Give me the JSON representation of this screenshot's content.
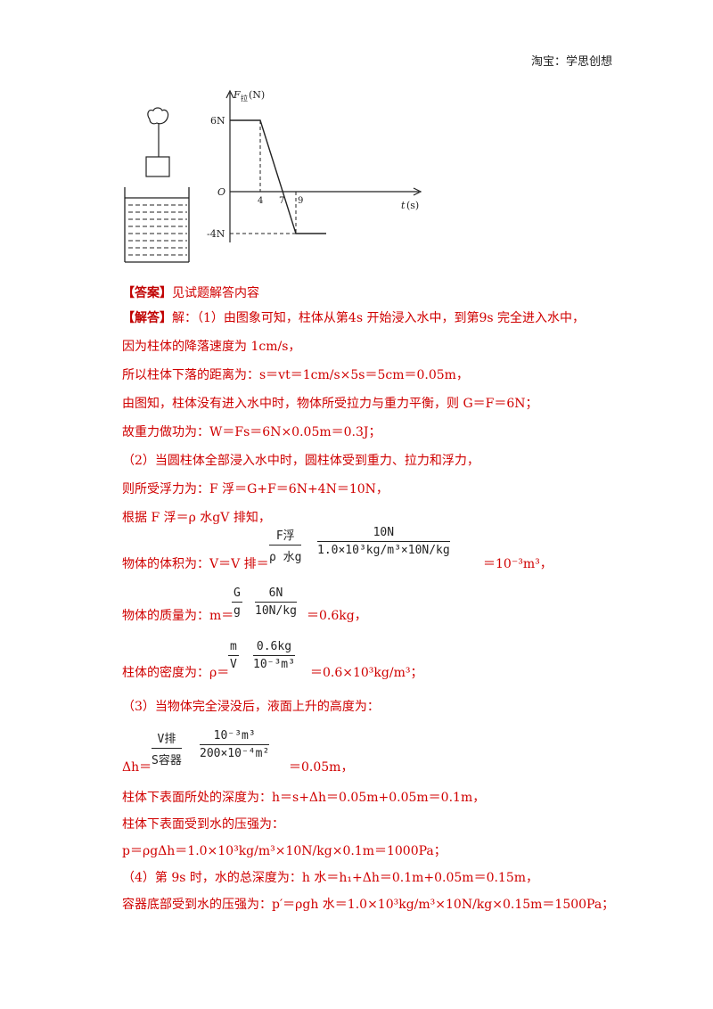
{
  "header": {
    "text": "淘宝：学思创想"
  },
  "figure": {
    "axis_y_label": "F",
    "axis_y_sub": "拉",
    "axis_y_unit": "(N)",
    "axis_x_label": "t",
    "axis_x_unit": "(s)",
    "origin": "O",
    "tick_6N": "6N",
    "tick_m4N": "-4N",
    "tick_4": "4",
    "tick_7": "7",
    "tick_9": "9"
  },
  "answer": {
    "label": "【答案】",
    "text": "见试题解答内容"
  },
  "solution": {
    "label": "【解答】",
    "l1": "解：（1）由图象可知，柱体从第4s 开始浸入水中，到第9s 完全进入水中，",
    "l2": "因为柱体的降落速度为 1cm/s，",
    "l3": "所以柱体下落的距离为：s＝vt＝1cm/s×5s＝5cm＝0.05m，",
    "l4": "由图知，柱体没有进入水中时，物体所受拉力与重力平衡，则 G＝F＝6N；",
    "l5": "故重力做功为：W＝Fs＝6N×0.05m＝0.3J；",
    "l6": "（2）当圆柱体全部浸入水中时，圆柱体受到重力、拉力和浮力，",
    "l7": "则所受浮力为：F 浮＝G+F＝6N+4N＝10N，",
    "l8": "根据 F 浮＝ρ 水gV 排知，",
    "vol_prefix": "物体的体积为：V＝V 排＝",
    "vol_f1_num": "F浮",
    "vol_f1_den": "ρ 水g",
    "vol_f2_num": "10N",
    "vol_f2_den": "1.0×10³kg/m³×10N/kg",
    "vol_result": "＝10⁻³m³，",
    "mass_prefix": "物体的质量为：m＝",
    "mass_f1_num": "G",
    "mass_f1_den": "g",
    "mass_f2_num": "6N",
    "mass_f2_den": "10N/kg",
    "mass_result": "＝0.6kg，",
    "den_prefix": "柱体的密度为：ρ＝",
    "den_f1_num": "m",
    "den_f1_den": "V",
    "den_f2_num": "0.6kg",
    "den_f2_den": "10⁻³m³",
    "den_result": "＝0.6×10³kg/m³；",
    "l9": "（3）当物体完全浸没后，液面上升的高度为：",
    "dh_prefix": "Δh＝",
    "dh_f1_num": "V排",
    "dh_f1_den": "S容器",
    "dh_f2_num": "10⁻³m³",
    "dh_f2_den": "200×10⁻⁴m²",
    "dh_result": "＝0.05m，",
    "l10": "柱体下表面所处的深度为：h＝s+Δh＝0.05m+0.05m＝0.1m，",
    "l11": "柱体下表面受到水的压强为：",
    "l12": "p＝ρgΔh＝1.0×10³kg/m³×10N/kg×0.1m＝1000Pa；",
    "l13": "（4）第 9s 时，水的总深度为：h 水＝h₁+Δh＝0.1m+0.05m＝0.15m，",
    "l14": "容器底部受到水的压强为：p′＝ρgh 水＝1.0×10³kg/m³×10N/kg×0.15m＝1500Pa；"
  }
}
